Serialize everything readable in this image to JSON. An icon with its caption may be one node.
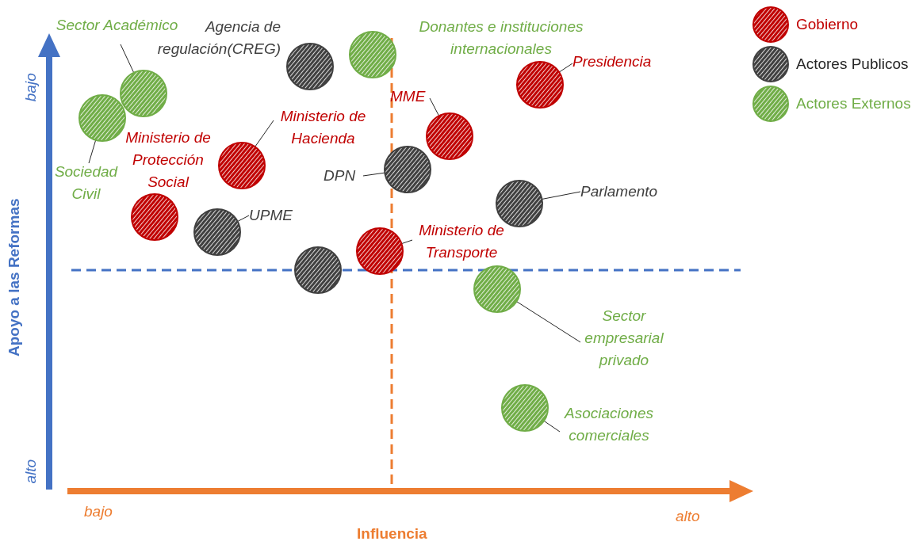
{
  "diagram": {
    "nodes": [
      {
        "text": [
          "Sector Académico"
        ]
      },
      {
        "text": [],
        "shape": "circle"
      },
      {
        "text": [
          "Agencia de regulación(CREG)"
        ]
      },
      {
        "text": [],
        "shape": "circle"
      },
      {
        "text": [
          "Donantes e instituciones internacionales"
        ]
      },
      {
        "text": [],
        "shape": "circle"
      },
      {
        "text": [
          "Presidencia"
        ]
      },
      {
        "text": [],
        "shape": "circle"
      },
      {
        "text": [
          "MME"
        ]
      },
      {
        "text": [],
        "shape": "circle"
      },
      {
        "text": [
          "Ministerio de Hacienda"
        ]
      },
      {
        "text": [],
        "shape": "circle"
      },
      {
        "text": [
          "Ministerio de Protección Social"
        ]
      },
      {
        "text": [],
        "shape": "circle"
      },
      {
        "text": [
          "Sociedad Civil"
        ]
      },
      {
        "text": [],
        "shape": "circle"
      },
      {
        "text": [
          "DPN"
        ]
      },
      {
        "text": [],
        "shape": "circle"
      },
      {
        "text": [
          "Parlamento"
        ]
      },
      {
        "text": [],
        "shape": "circle"
      },
      {
        "text": [
          "UPME"
        ]
      },
      {
        "text": [],
        "shape": "circle"
      },
      {
        "text": [
          "Ministerio de Transporte"
        ]
      },
      {
        "text": [],
        "shape": "circle"
      },
      {
        "text": [],
        "shape": "circle"
      },
      {
        "text": [
          "Sector empresarial privado"
        ]
      },
      {
        "text": [],
        "shape": "circle"
      },
      {
        "text": [
          "Asociaciones comerciales"
        ]
      },
      {
        "text": [],
        "shape": "circle"
      }
    ],
    "edges": [
      {
        "from": 0,
        "to": 1,
        "arrow": "none"
      },
      {
        "from": 6,
        "to": 7,
        "arrow": "none"
      },
      {
        "from": 8,
        "to": 9,
        "arrow": "none"
      },
      {
        "from": 10,
        "to": 11,
        "arrow": "none"
      },
      {
        "from": 14,
        "to": 15,
        "arrow": "none"
      },
      {
        "from": 16,
        "to": 17,
        "arrow": "none"
      },
      {
        "from": 18,
        "to": 19,
        "arrow": "none"
      },
      {
        "from": 20,
        "to": 21,
        "arrow": "none"
      },
      {
        "from": 22,
        "to": 23,
        "arrow": "none"
      },
      {
        "from": 25,
        "to": 26,
        "arrow": "none"
      },
      {
        "from": 27,
        "to": 28,
        "arrow": "none"
      }
    ],
    "labels": [
      "bajo",
      "Apoyo a las Reformas",
      "alto",
      "bajo",
      "alto",
      "Influencia"
    ],
    "legend": [
      {
        "text": "Gobierno",
        "color": "#c00000"
      },
      {
        "text": "Actores Publicos",
        "color": "#404040"
      },
      {
        "text": "Actores Externos",
        "color": "#70ad47"
      }
    ]
  }
}
